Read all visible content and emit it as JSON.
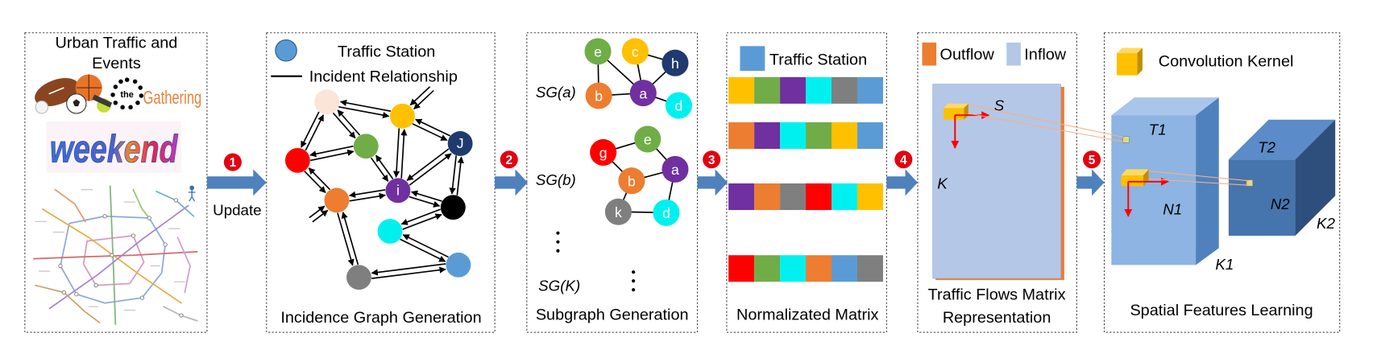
{
  "steps": [
    "1",
    "2",
    "3",
    "4",
    "5"
  ],
  "update_label": "Update",
  "colors": {
    "green": "#70ad47",
    "yellow": "#ffc000",
    "navy": "#1f3a6e",
    "purple": "#7030a0",
    "orange": "#ed7d31",
    "cyan": "#00f0f0",
    "red": "#ff0000",
    "gray": "#7f7f7f",
    "blue": "#5b9bd5",
    "beige": "#fbe5d6",
    "black": "#000000",
    "arrow": "#4f81bd",
    "step": "#e3000f",
    "inflow": "#b4c7e7",
    "outflow": "#ed7d31",
    "kernel": "#ffc000"
  },
  "events": {
    "title_line1": "Urban Traffic and",
    "title_line2": "Events",
    "logo_gathering_the": "the",
    "logo_gathering": "Gathering",
    "logo_weekend": "weekend"
  },
  "incidence": {
    "legend_station": "Traffic Station",
    "legend_relation": "Incident Relationship",
    "title": "Incidence Graph Generation",
    "nodes": [
      {
        "color": "beige"
      },
      {
        "color": "yellow"
      },
      {
        "color": "green"
      },
      {
        "color": "navy",
        "label": "J"
      },
      {
        "color": "red"
      },
      {
        "color": "orange"
      },
      {
        "color": "purple",
        "label": "i"
      },
      {
        "color": "black"
      },
      {
        "color": "cyan"
      },
      {
        "color": "blue"
      },
      {
        "color": "gray"
      }
    ],
    "edges": [
      [
        "beige",
        "yellow"
      ],
      [
        "beige",
        "green"
      ],
      [
        "beige",
        "red"
      ],
      [
        "yellow",
        "purple"
      ],
      [
        "yellow",
        "navy"
      ],
      [
        "red",
        "green"
      ],
      [
        "red",
        "orange"
      ],
      [
        "green",
        "purple"
      ],
      [
        "orange",
        "purple"
      ],
      [
        "orange",
        "gray"
      ],
      [
        "purple",
        "navy"
      ],
      [
        "navy",
        "black"
      ],
      [
        "purple",
        "black"
      ],
      [
        "black",
        "cyan"
      ],
      [
        "cyan",
        "blue"
      ],
      [
        "blue",
        "gray"
      ]
    ]
  },
  "subgraphs": {
    "title": "Subgraph Generation",
    "items": [
      {
        "label": "SG(a)",
        "nodes": [
          {
            "label": "e",
            "color": "green"
          },
          {
            "label": "c",
            "color": "yellow"
          },
          {
            "label": "h",
            "color": "navy"
          },
          {
            "label": "a",
            "color": "purple"
          },
          {
            "label": "b",
            "color": "orange"
          },
          {
            "label": "d",
            "color": "cyan"
          }
        ],
        "edges": [
          [
            "e",
            "b"
          ],
          [
            "e",
            "a"
          ],
          [
            "c",
            "a"
          ],
          [
            "c",
            "h"
          ],
          [
            "h",
            "a"
          ],
          [
            "a",
            "d"
          ],
          [
            "b",
            "a"
          ]
        ]
      },
      {
        "label": "SG(b)",
        "nodes": [
          {
            "label": "g",
            "color": "red"
          },
          {
            "label": "e",
            "color": "green"
          },
          {
            "label": "a",
            "color": "purple"
          },
          {
            "label": "b",
            "color": "orange"
          },
          {
            "label": "k",
            "color": "gray"
          },
          {
            "label": "d",
            "color": "cyan"
          }
        ],
        "edges": [
          [
            "g",
            "e"
          ],
          [
            "g",
            "b"
          ],
          [
            "e",
            "a"
          ],
          [
            "b",
            "a"
          ],
          [
            "b",
            "k"
          ],
          [
            "k",
            "d"
          ],
          [
            "d",
            "a"
          ]
        ]
      },
      {
        "label": "SG(K)"
      }
    ]
  },
  "matrix": {
    "legend": "Traffic Station",
    "title": "Normalizated Matrix",
    "rows": [
      [
        "yellow",
        "green",
        "purple",
        "cyan",
        "gray",
        "blue"
      ],
      [
        "orange",
        "purple",
        "cyan",
        "green",
        "yellow",
        "blue"
      ],
      [
        "purple",
        "orange",
        "gray",
        "red",
        "cyan",
        "yellow"
      ],
      [
        "red",
        "green",
        "cyan",
        "orange",
        "blue",
        "gray"
      ]
    ]
  },
  "flows": {
    "legend_outflow": "Outflow",
    "legend_inflow": "Inflow",
    "axis_s": "S",
    "axis_k": "K",
    "title_line1": "Traffic Flows Matrix",
    "title_line2": "Representation"
  },
  "spatial": {
    "legend": "Convolution Kernel",
    "t1": "T1",
    "n1": "N1",
    "k1": "K1",
    "t2": "T2",
    "n2": "N2",
    "k2": "K2",
    "title": "Spatial Features Learning"
  }
}
